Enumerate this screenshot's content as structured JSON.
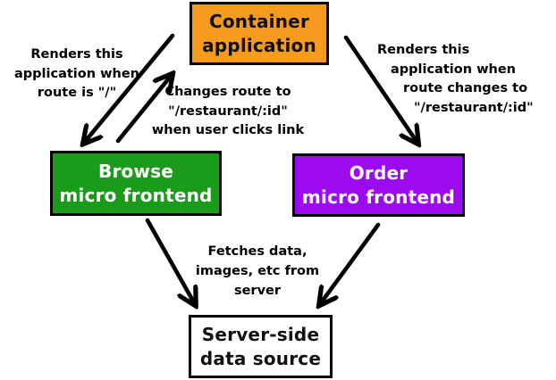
{
  "diagram": {
    "nodes": {
      "container": {
        "label": [
          "Container",
          "application"
        ],
        "fill": "#F79B1F",
        "text_color": "#111111"
      },
      "browse": {
        "label": [
          "Browse",
          "micro frontend"
        ],
        "fill": "#1A9C1A",
        "text_color": "#FFFFFF"
      },
      "order": {
        "label": [
          "Order",
          "micro frontend"
        ],
        "fill": "#9C0BEF",
        "text_color": "#FFFFFF"
      },
      "server": {
        "label": [
          "Server-side",
          "data source"
        ],
        "fill": "#FFFFFF",
        "text_color": "#111111"
      }
    },
    "edge_labels": {
      "renders_root": {
        "lines": [
          "Renders this",
          "application when",
          "route is \"/\""
        ]
      },
      "changes_route": {
        "lines": [
          "Changes route to",
          "\"/restaurant/:id\"",
          "when user clicks link"
        ]
      },
      "renders_restaurant": {
        "lines": [
          "Renders this",
          "application when",
          "route changes to",
          "\"/restaurant/:id\""
        ]
      },
      "fetches_data": {
        "lines": [
          "Fetches data,",
          "images, etc from",
          "server"
        ]
      }
    },
    "arrow_color": "#000000"
  }
}
